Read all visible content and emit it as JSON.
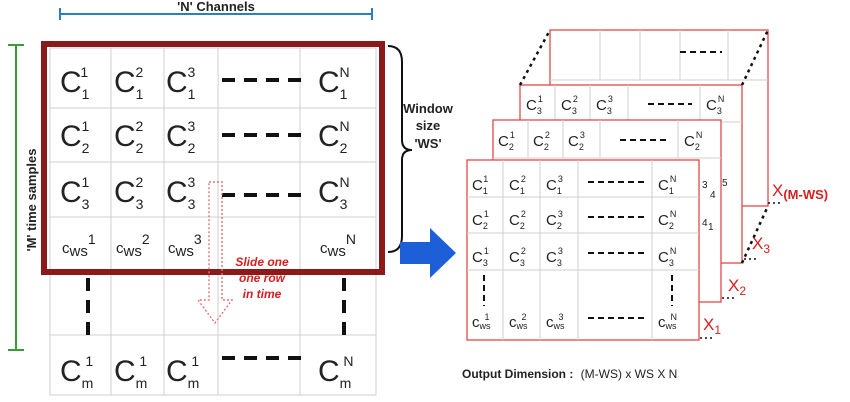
{
  "labels": {
    "channels": "'N' Channels",
    "time_samples": "'M' time samples",
    "window_line1": "Window",
    "window_line2": "size",
    "window_line3": "'WS'",
    "slide_line1": "Slide one",
    "slide_line2": "one row",
    "slide_line3": "in time",
    "output_prefix": "Output Dimension :",
    "output_value": "(M-WS) x WS X N"
  },
  "matrix": {
    "rows": [
      {
        "base": "C",
        "sub": "1",
        "sups": [
          "1",
          "2",
          "3"
        ],
        "last": "N"
      },
      {
        "base": "C",
        "sub": "2",
        "sups": [
          "1",
          "2",
          "3"
        ],
        "last": "N"
      },
      {
        "base": "C",
        "sub": "3",
        "sups": [
          "1",
          "2",
          "3"
        ],
        "last": "N"
      },
      {
        "base": "C",
        "sub": "WS",
        "sups": [
          "1",
          "2",
          "3"
        ],
        "last": "N"
      },
      {
        "base": "C",
        "sub": "m",
        "sups": [
          "1",
          "1",
          "1"
        ],
        "last": "N"
      }
    ]
  },
  "windows": [
    {
      "name": "X",
      "sub": "(M-WS)",
      "top_rows": [
        {
          "base": "C",
          "sub": "",
          "sups": [
            "",
            "",
            ""
          ],
          "last": ""
        }
      ]
    },
    {
      "name": "X",
      "sub": "3",
      "rows": [
        {
          "base": "C",
          "sub": "3",
          "sups": [
            "1",
            "2",
            "3"
          ],
          "last": "N"
        }
      ]
    },
    {
      "name": "X",
      "sub": "2",
      "rows": [
        {
          "base": "C",
          "sub": "2",
          "sups": [
            "1",
            "2",
            "3"
          ],
          "last": "N"
        }
      ]
    },
    {
      "name": "X",
      "sub": "1",
      "rows": [
        {
          "base": "C",
          "sub": "1",
          "sups": [
            "1",
            "2",
            "3"
          ],
          "last": "N"
        },
        {
          "base": "C",
          "sub": "2",
          "sups": [
            "1",
            "2",
            "3"
          ],
          "last": "N"
        },
        {
          "base": "C",
          "sub": "3",
          "sups": [
            "1",
            "2",
            "3"
          ],
          "last": "N"
        },
        {
          "base": "C",
          "sub": "WS",
          "sups": [
            "1",
            "2",
            "3"
          ],
          "last": "N"
        }
      ]
    }
  ],
  "side_numbers": [
    "3",
    "4",
    "5",
    "4",
    "1"
  ],
  "colors": {
    "frame": "#8b1a1a",
    "window_border": "#e04848",
    "arrow": "#1c5fd6",
    "bracket": "#2a7fc0",
    "green": "#3a9a3a",
    "red_text": "#d62020"
  }
}
